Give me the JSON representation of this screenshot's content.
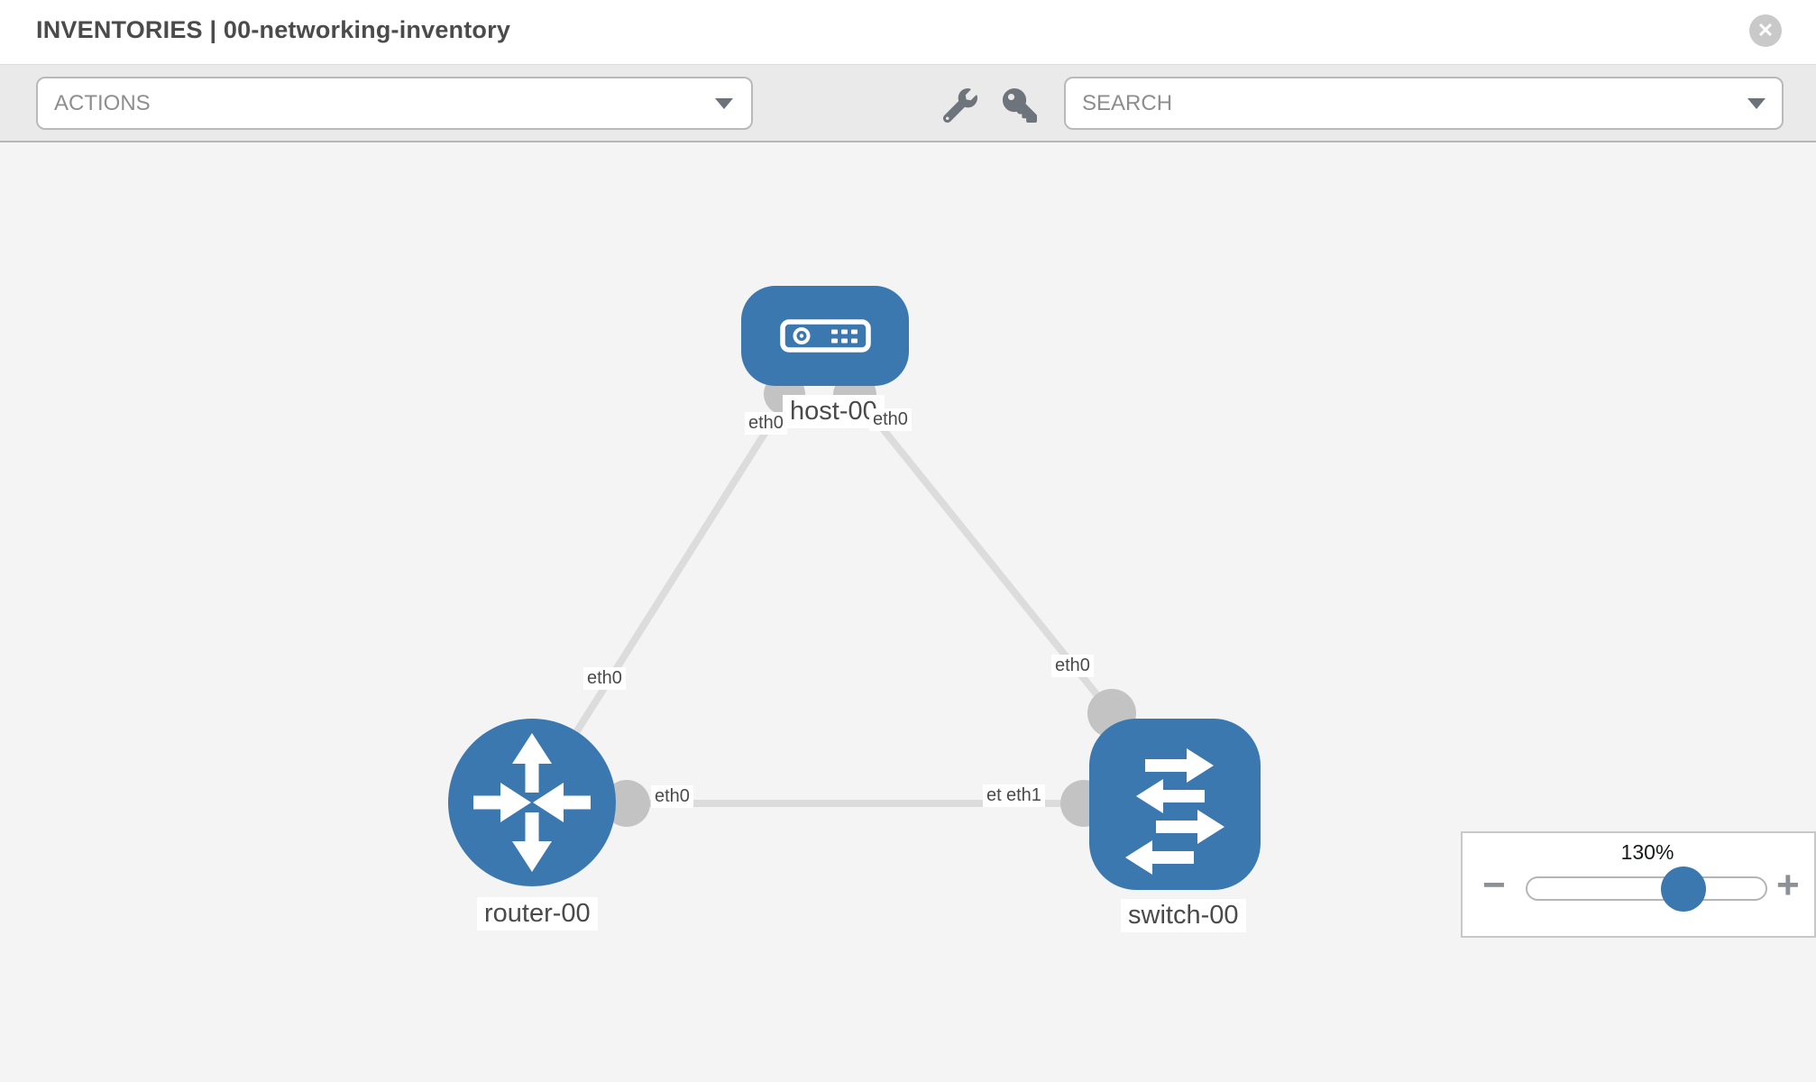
{
  "header": {
    "title": "INVENTORIES | 00-networking-inventory",
    "close_glyph": "✕"
  },
  "toolbar": {
    "actions_placeholder": "ACTIONS",
    "search_placeholder": "SEARCH"
  },
  "colors": {
    "node_blue": "#3b78b0",
    "link_gray": "#dcdcdc",
    "port_gray": "#c3c3c3",
    "canvas_bg": "#f4f4f4"
  },
  "nodes": [
    {
      "label": "host-00",
      "type": "host"
    },
    {
      "label": "router-00",
      "type": "router"
    },
    {
      "label": "switch-00",
      "type": "switch"
    }
  ],
  "links": [
    {
      "from": "host-00",
      "to": "router-00",
      "from_interface": "eth0",
      "to_interface": "eth0"
    },
    {
      "from": "host-00",
      "to": "switch-00",
      "from_interface": "eth0",
      "to_interface": "eth0"
    },
    {
      "from": "router-00",
      "to": "switch-00",
      "from_interface": "eth0",
      "to_interface": "eth1"
    }
  ],
  "interface_labels": {
    "host_left": "eth0",
    "host_right": "eth0",
    "router_link_top": "eth0",
    "switch_link_top": "eth0",
    "router_right": "eth0",
    "switch_left_back": "eth0",
    "switch_left_front": "eth1"
  },
  "zoom_control": {
    "level": "130%",
    "minus_glyph": "−",
    "plus_glyph": "+"
  }
}
